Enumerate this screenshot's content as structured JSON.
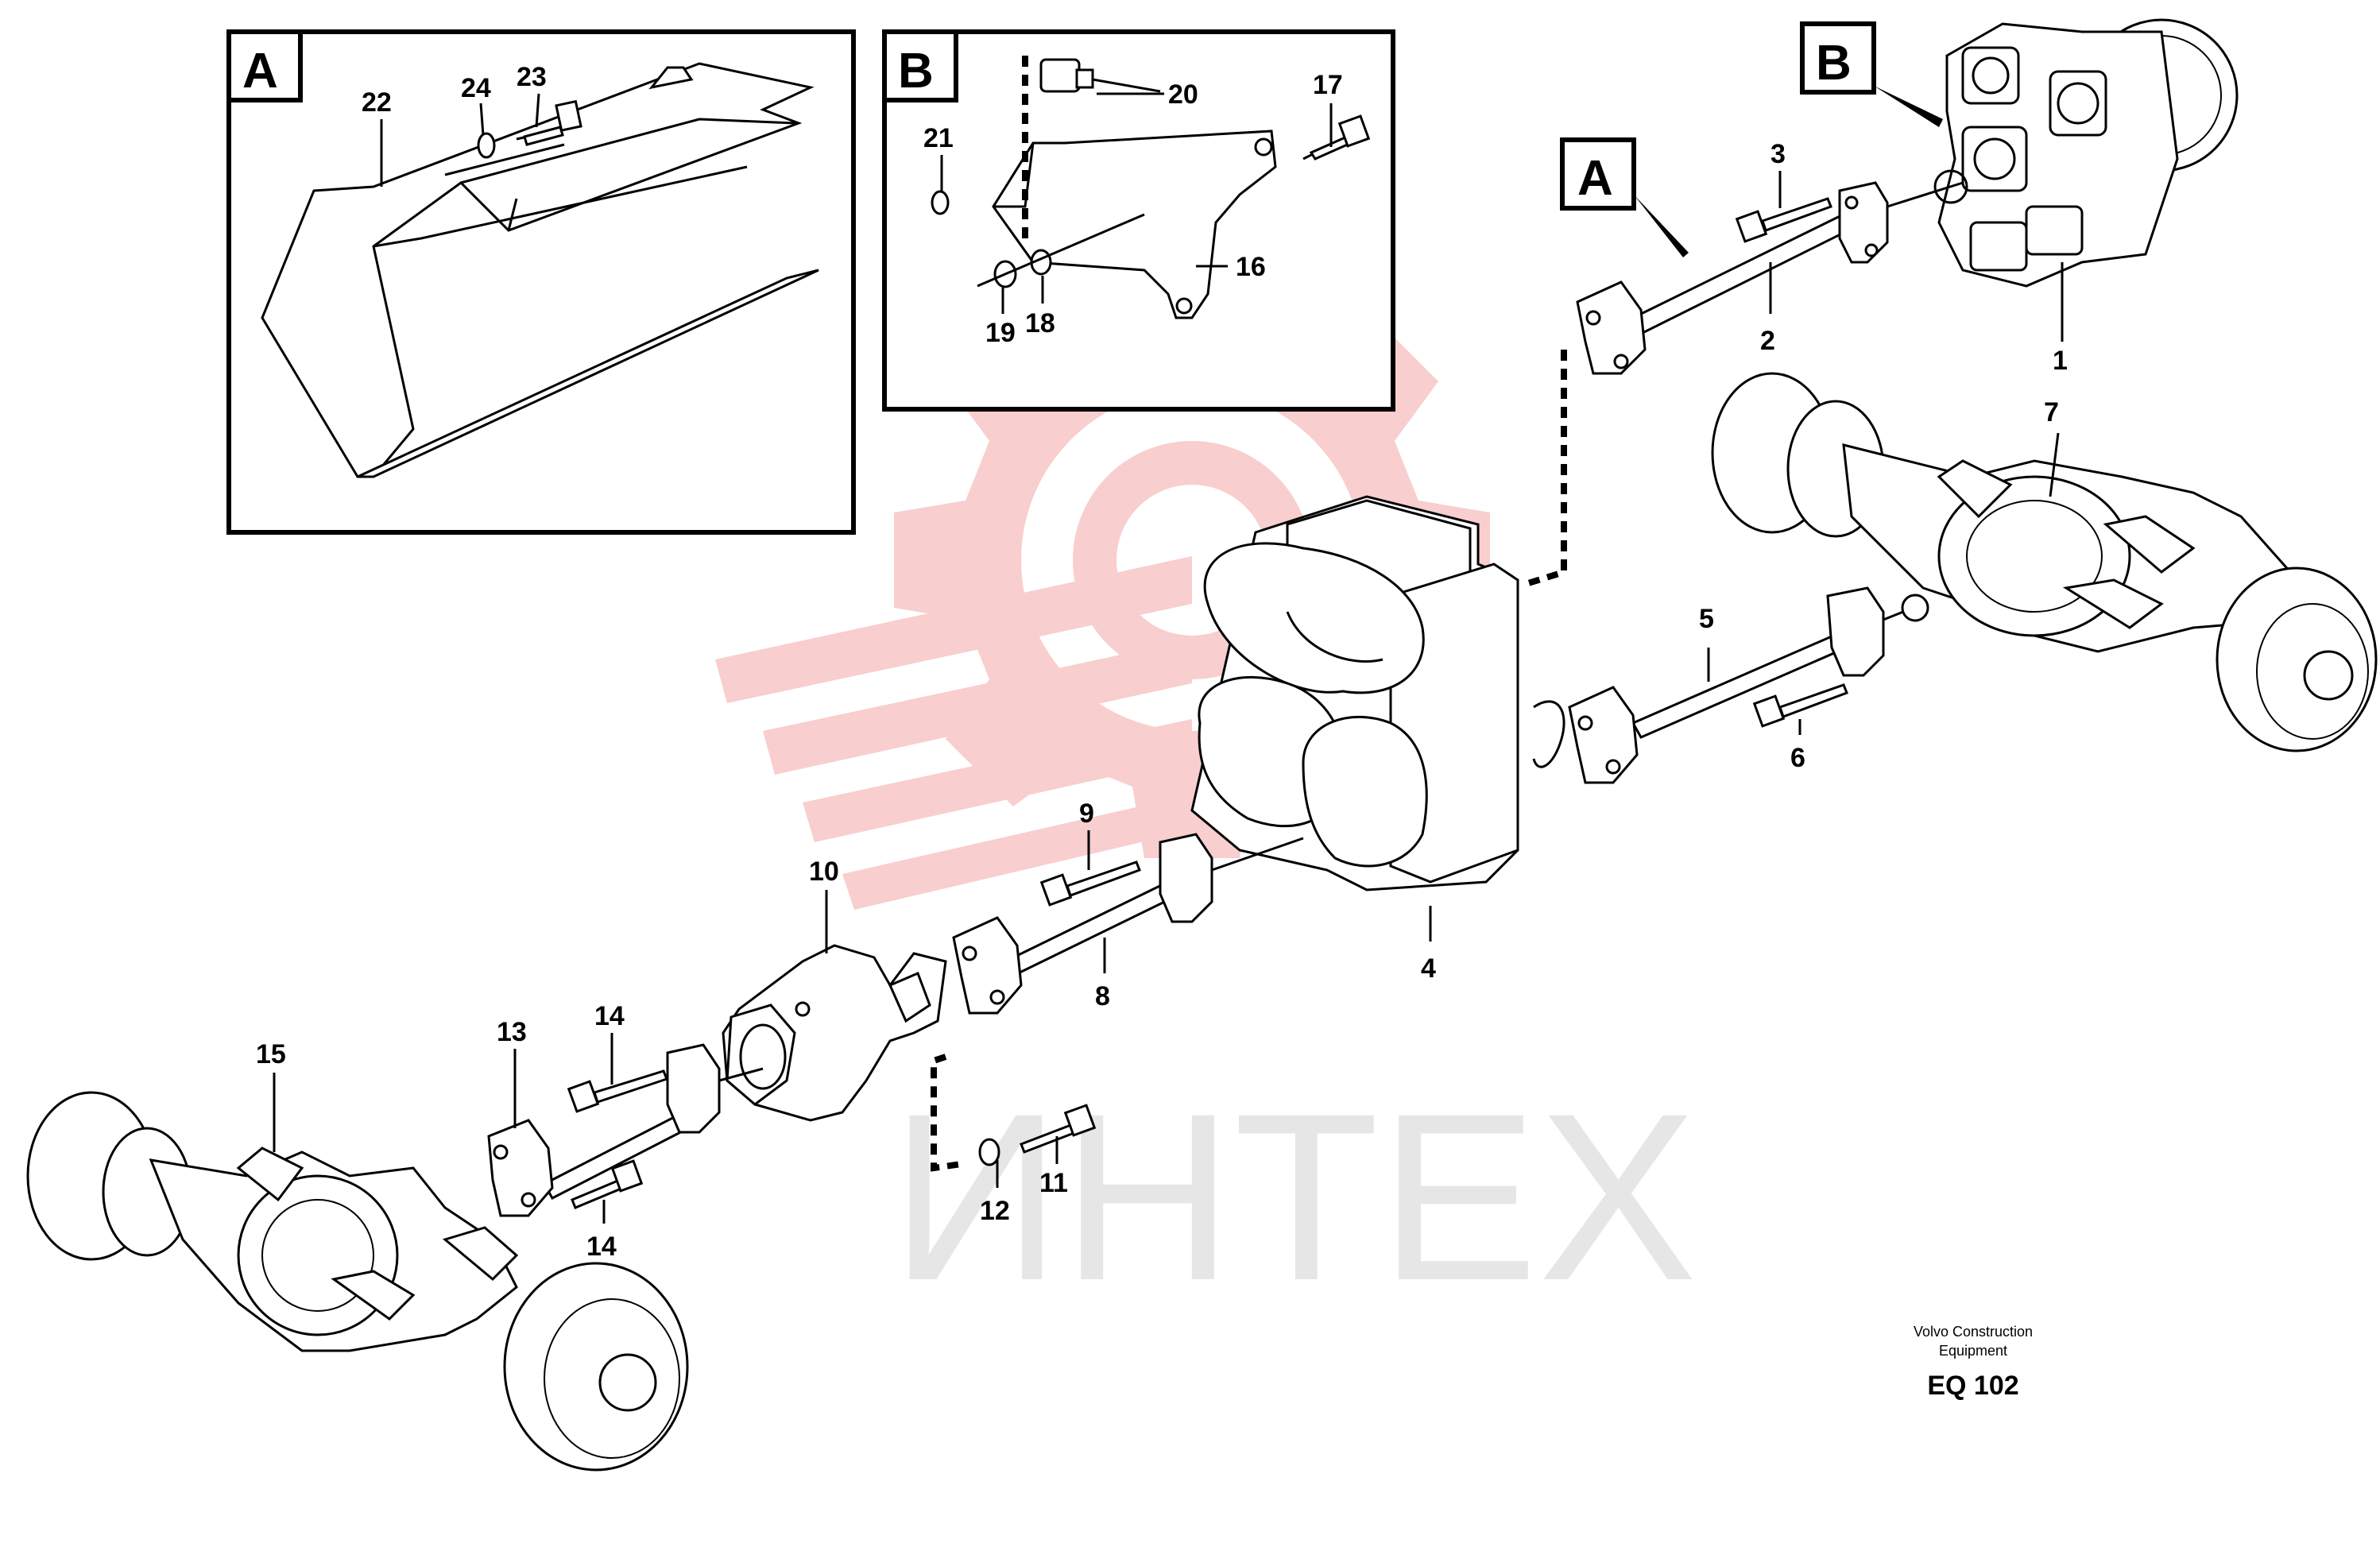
{
  "watermark": {
    "text": "ИНТЕХ",
    "gear_color": "#f7c6c6",
    "text_color": "#e6e6e6"
  },
  "inset_a": {
    "label": "A",
    "callouts": [
      "22",
      "24",
      "23"
    ]
  },
  "inset_b": {
    "label": "B",
    "callouts": [
      "20",
      "17",
      "21",
      "16",
      "19",
      "18"
    ]
  },
  "main_labels": {
    "a": "A",
    "b": "B"
  },
  "callouts": {
    "c1": "1",
    "c2": "2",
    "c3": "3",
    "c4": "4",
    "c5": "5",
    "c6": "6",
    "c7": "7",
    "c8": "8",
    "c9": "9",
    "c10": "10",
    "c11": "11",
    "c12": "12",
    "c13": "13",
    "c14a": "14",
    "c14b": "14",
    "c15": "15"
  },
  "footer": {
    "credit_line1": "Volvo Construction",
    "credit_line2": "Equipment",
    "code": "EQ 102"
  }
}
